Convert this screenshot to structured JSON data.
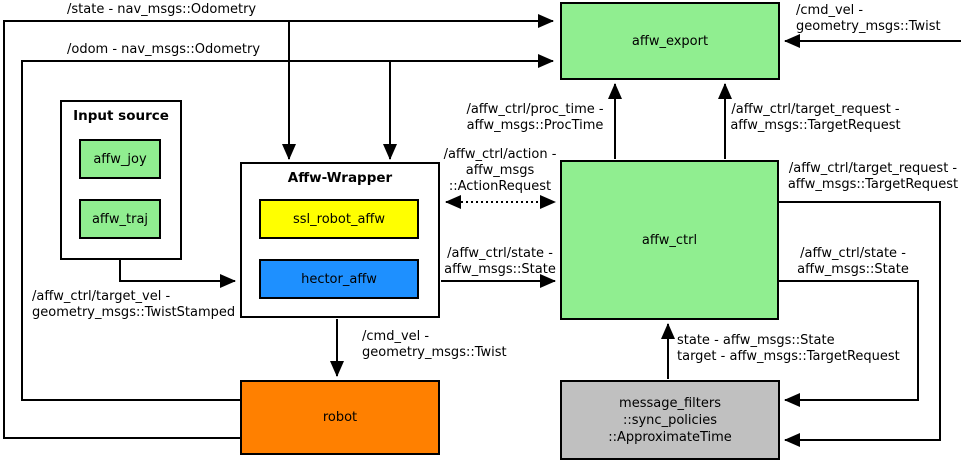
{
  "nodes": {
    "input_source_title": "Input source",
    "affw_joy": "affw_joy",
    "affw_traj": "affw_traj",
    "affw_wrapper_title": "Affw-Wrapper",
    "ssl_robot_affw": "ssl_robot_affw",
    "hector_affw": "hector_affw",
    "affw_export": "affw_export",
    "affw_ctrl": "affw_ctrl",
    "message_filters": "message_filters\n::sync_policies\n::ApproximateTime",
    "robot": "robot"
  },
  "edge_labels": {
    "state_top": "/state - nav_msgs::Odometry",
    "odom_top": "/odom - nav_msgs::Odometry",
    "cmd_vel_in": "/cmd_vel -\ngeometry_msgs::Twist",
    "proc_time": "/affw_ctrl/proc_time -\naffw_msgs::ProcTime",
    "target_request_up": "/affw_ctrl/target_request -\naffw_msgs::TargetRequest",
    "action": "/affw_ctrl/action -\naffw_msgs\n::ActionRequest",
    "state_mid": "/affw_ctrl/state -\naffw_msgs::State",
    "target_request_right": "/affw_ctrl/target_request -\naffw_msgs::TargetRequest",
    "state_right": "/affw_ctrl/state -\naffw_msgs::State",
    "sync_inputs": "state - affw_msgs::State\ntarget - affw_msgs::TargetRequest",
    "cmd_vel_out": "/cmd_vel -\ngeometry_msgs::Twist",
    "target_vel": "/affw_ctrl/target_vel -\ngeometry_msgs::TwistStamped"
  },
  "colors": {
    "node_green": "#90EE90",
    "node_yellow": "#FFFF00",
    "node_blue": "#1E90FF",
    "node_orange": "#FF8000",
    "node_gray": "#C0C0C0",
    "edge_color": "#000000"
  }
}
